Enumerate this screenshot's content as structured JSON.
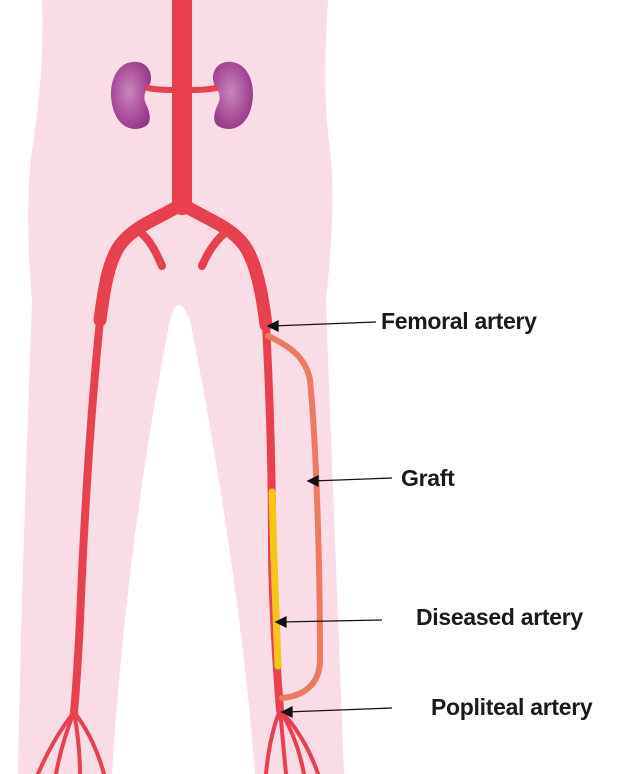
{
  "labels": {
    "femoral_artery": "Femoral artery",
    "graft": "Graft",
    "diseased_artery": "Diseased artery",
    "popliteal_artery": "Popliteal artery"
  },
  "colors": {
    "skin": "#f9dce6",
    "artery": "#e8404f",
    "graft": "#ec7a63",
    "diseased": "#f5c518",
    "kidney": "#a84a98",
    "kidney_highlight": "#c87ab8",
    "pointer": "#111111"
  },
  "icons": {
    "kidneys": "kidney-icon",
    "pointer": "arrow-left-icon"
  }
}
